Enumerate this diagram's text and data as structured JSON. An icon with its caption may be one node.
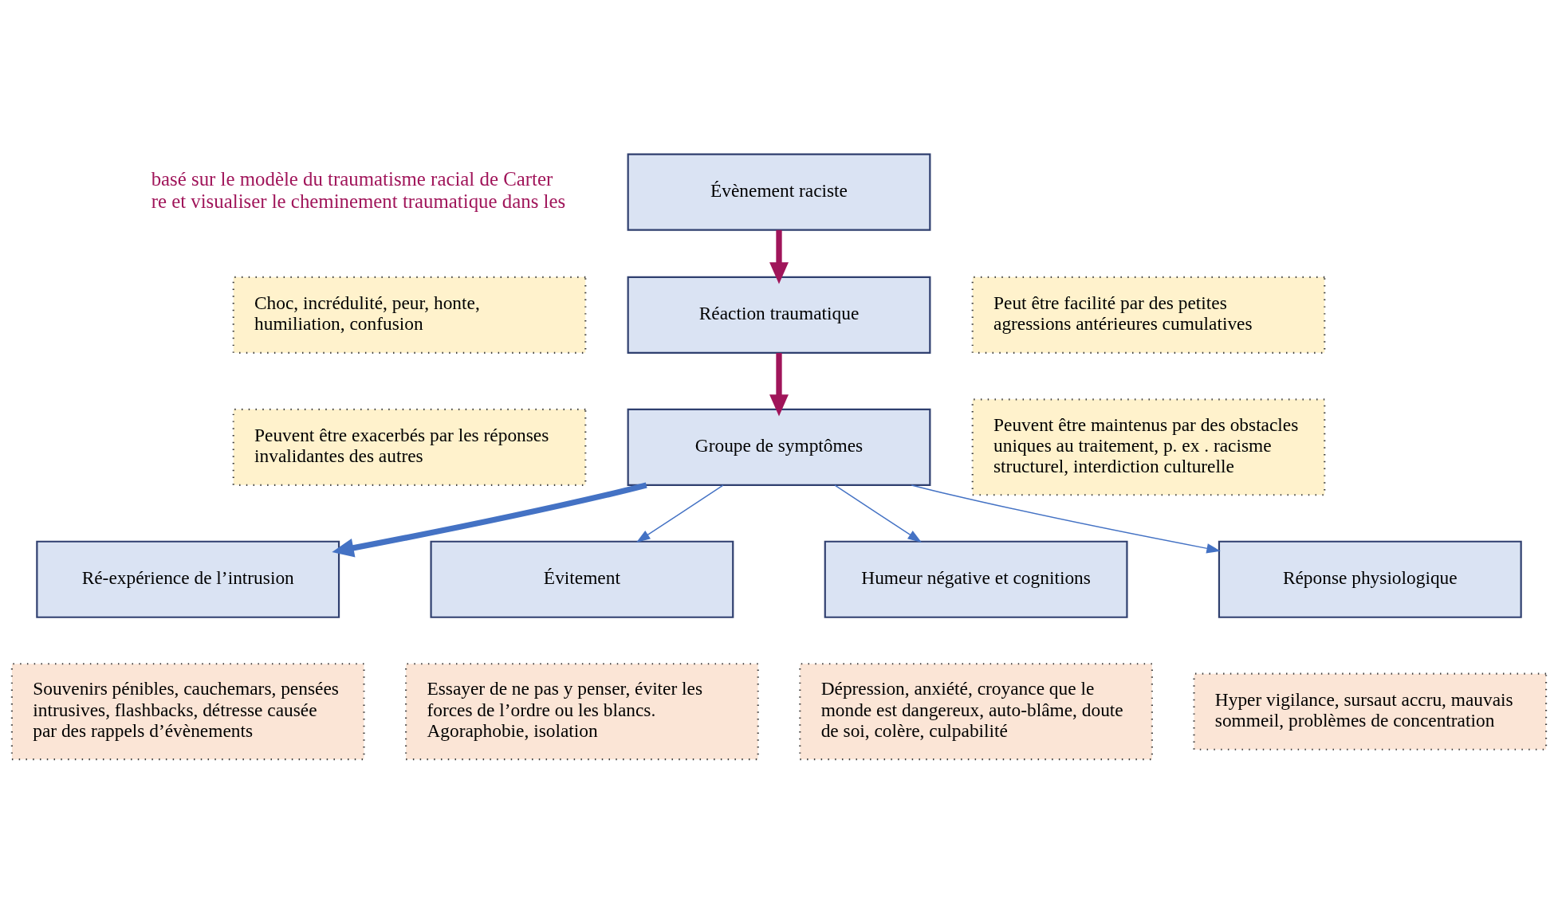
{
  "diagram": {
    "nodes": [
      {
        "text": [
          "Évènement raciste"
        ]
      },
      {
        "text": [
          "Choc, incrédulité, peur, honte, humiliation, confusion"
        ]
      },
      {
        "text": [
          "Réaction traumatique"
        ]
      },
      {
        "text": [
          "Peut être facilité par des petites agressions antérieures cumulatives"
        ]
      },
      {
        "text": [
          "Peuvent être exacerbés par les réponses invalidantes des autres"
        ]
      },
      {
        "text": [
          "Groupe de symptômes"
        ]
      },
      {
        "text": [
          "Peuvent être maintenus par des obstacles uniques au traitement, p. ex . racisme structurel, interdiction culturelle"
        ]
      },
      {
        "text": [
          "Ré-expérience de l’intrusion"
        ]
      },
      {
        "text": [
          "Évitement"
        ]
      },
      {
        "text": [
          "Humeur négative et cognitions"
        ]
      },
      {
        "text": [
          "Réponse physiologique"
        ]
      },
      {
        "text": [
          "Souvenirs pénibles, cauchemars, pensées intrusives, flashbacks, détresse causée par des rappels d’évènements"
        ]
      },
      {
        "text": [
          "Essayer de ne pas y penser, éviter les forces de l’ordre ou les blancs. Agoraphobie, isolation"
        ]
      },
      {
        "text": [
          "Dépression, anxiété, croyance que le monde est dangereux, auto-blâme, doute de soi, colère, culpabilité"
        ]
      },
      {
        "text": [
          "Hyper vigilance, sursaut accru, mauvais sommeil, problèmes de concentration"
        ]
      }
    ],
    "edges": [
      {
        "from": 0,
        "to": 2,
        "arrow": "to",
        "style": "thick",
        "color": "#a0155a"
      },
      {
        "from": 2,
        "to": 5,
        "arrow": "to",
        "style": "thick",
        "color": "#a0155a"
      },
      {
        "from": 5,
        "to": 7,
        "arrow": "to",
        "style": "thick"
      },
      {
        "from": 5,
        "to": 8,
        "arrow": "to"
      },
      {
        "from": 5,
        "to": 9,
        "arrow": "to"
      },
      {
        "from": 5,
        "to": 10,
        "arrow": "to"
      }
    ],
    "labels": [
      "basé sur le modèle du traumatisme racial de Carter",
      "re et visualiser le cheminement traumatique dans les"
    ]
  }
}
